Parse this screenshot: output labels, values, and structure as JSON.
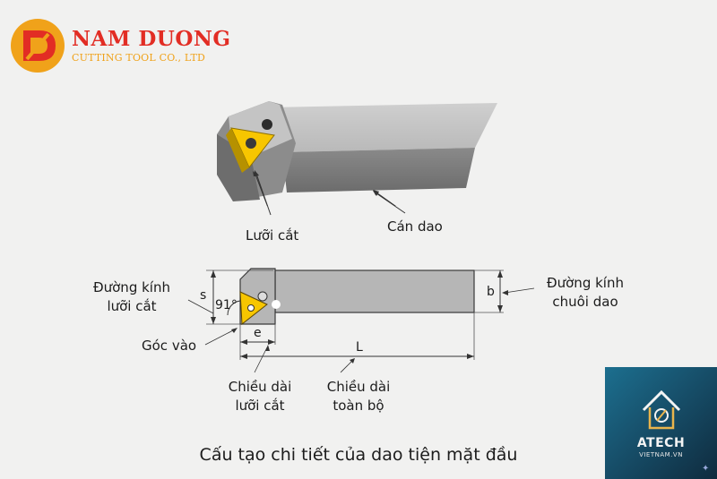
{
  "brand": {
    "name": "NAM DUONG",
    "subtitle": "CUTTING TOOL CO., LTD",
    "logo_letter": "D",
    "colors": {
      "primary": "#e22d24",
      "secondary": "#f0a21a"
    }
  },
  "diagram": {
    "labels": {
      "cutting_edge": "Lưỡi cắt",
      "shank": "Cán dao",
      "cutting_diameter": [
        "Đường kính",
        "lưỡi cắt"
      ],
      "shank_diameter": [
        "Đường kính",
        "chuôi dao"
      ],
      "entry_angle": "Góc vào",
      "cutting_length": [
        "Chiều dài",
        "lưỡi cắt"
      ],
      "total_length": [
        "Chiều dài",
        "toàn bộ"
      ]
    },
    "dimensions": {
      "s": "s",
      "b": "b",
      "angle": "91°",
      "e": "e",
      "L": "L"
    },
    "colors": {
      "insert": "#f7c600",
      "body": "#b6b6b6"
    }
  },
  "caption": "Cấu tạo chi tiết của dao tiện mặt đầu",
  "watermark": {
    "name": "ATECH",
    "subtitle": "VIETNAM.VN",
    "icon": "house-icon"
  }
}
